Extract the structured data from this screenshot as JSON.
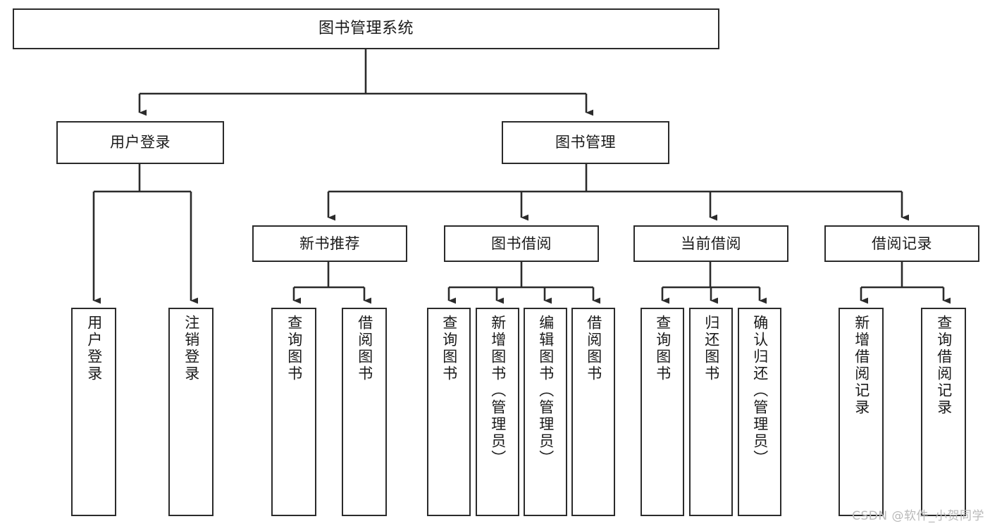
{
  "diagram": {
    "title": "图书管理系统",
    "watermark": "CSDN @软件_小贺同学",
    "colors": {
      "box_border": "#2b2b2b",
      "box_fill": "#ffffff",
      "edge": "#2b2b2b",
      "text": "#1a1a1a",
      "watermark": "#b9b9b9",
      "background": "#ffffff"
    },
    "nodes": {
      "root": {
        "label": "图书管理系统",
        "level": 1
      },
      "user_login": {
        "label": "用户登录",
        "level": 2
      },
      "book_manage": {
        "label": "图书管理",
        "level": 2
      },
      "new_book_rec": {
        "label": "新书推荐",
        "level": 3
      },
      "book_borrow": {
        "label": "图书借阅",
        "level": 3
      },
      "current_borrow": {
        "label": "当前借阅",
        "level": 3
      },
      "borrow_record": {
        "label": "借阅记录",
        "level": 3
      },
      "leaf_user_login": {
        "label": "用户登录",
        "level": 4
      },
      "leaf_logout": {
        "label": "注销登录",
        "level": 4
      },
      "leaf_query_book_a": {
        "label": "查询图书",
        "level": 4
      },
      "leaf_borrow_book_a": {
        "label": "借阅图书",
        "level": 4
      },
      "leaf_query_book_b": {
        "label": "查询图书",
        "level": 4
      },
      "leaf_add_book": {
        "label": "新增图书（管理员）",
        "level": 4
      },
      "leaf_edit_book": {
        "label": "编辑图书（管理员）",
        "level": 4
      },
      "leaf_borrow_book_b": {
        "label": "借阅图书",
        "level": 4
      },
      "leaf_query_book_c": {
        "label": "查询图书",
        "level": 4
      },
      "leaf_return_book": {
        "label": "归还图书",
        "level": 4
      },
      "leaf_confirm_return": {
        "label": "确认归还（管理员）",
        "level": 4
      },
      "leaf_add_record": {
        "label": "新增借阅记录",
        "level": 4
      },
      "leaf_query_record": {
        "label": "查询借阅记录",
        "level": 4
      }
    },
    "tree": {
      "root": "图书管理系统",
      "children": [
        {
          "label": "用户登录",
          "children": [
            {
              "label": "用户登录"
            },
            {
              "label": "注销登录"
            }
          ]
        },
        {
          "label": "图书管理",
          "children": [
            {
              "label": "新书推荐",
              "children": [
                {
                  "label": "查询图书"
                },
                {
                  "label": "借阅图书"
                }
              ]
            },
            {
              "label": "图书借阅",
              "children": [
                {
                  "label": "查询图书"
                },
                {
                  "label": "新增图书（管理员）"
                },
                {
                  "label": "编辑图书（管理员）"
                },
                {
                  "label": "借阅图书"
                }
              ]
            },
            {
              "label": "当前借阅",
              "children": [
                {
                  "label": "查询图书"
                },
                {
                  "label": "归还图书"
                },
                {
                  "label": "确认归还（管理员）"
                }
              ]
            },
            {
              "label": "借阅记录",
              "children": [
                {
                  "label": "新增借阅记录"
                },
                {
                  "label": "查询借阅记录"
                }
              ]
            }
          ]
        }
      ]
    }
  }
}
